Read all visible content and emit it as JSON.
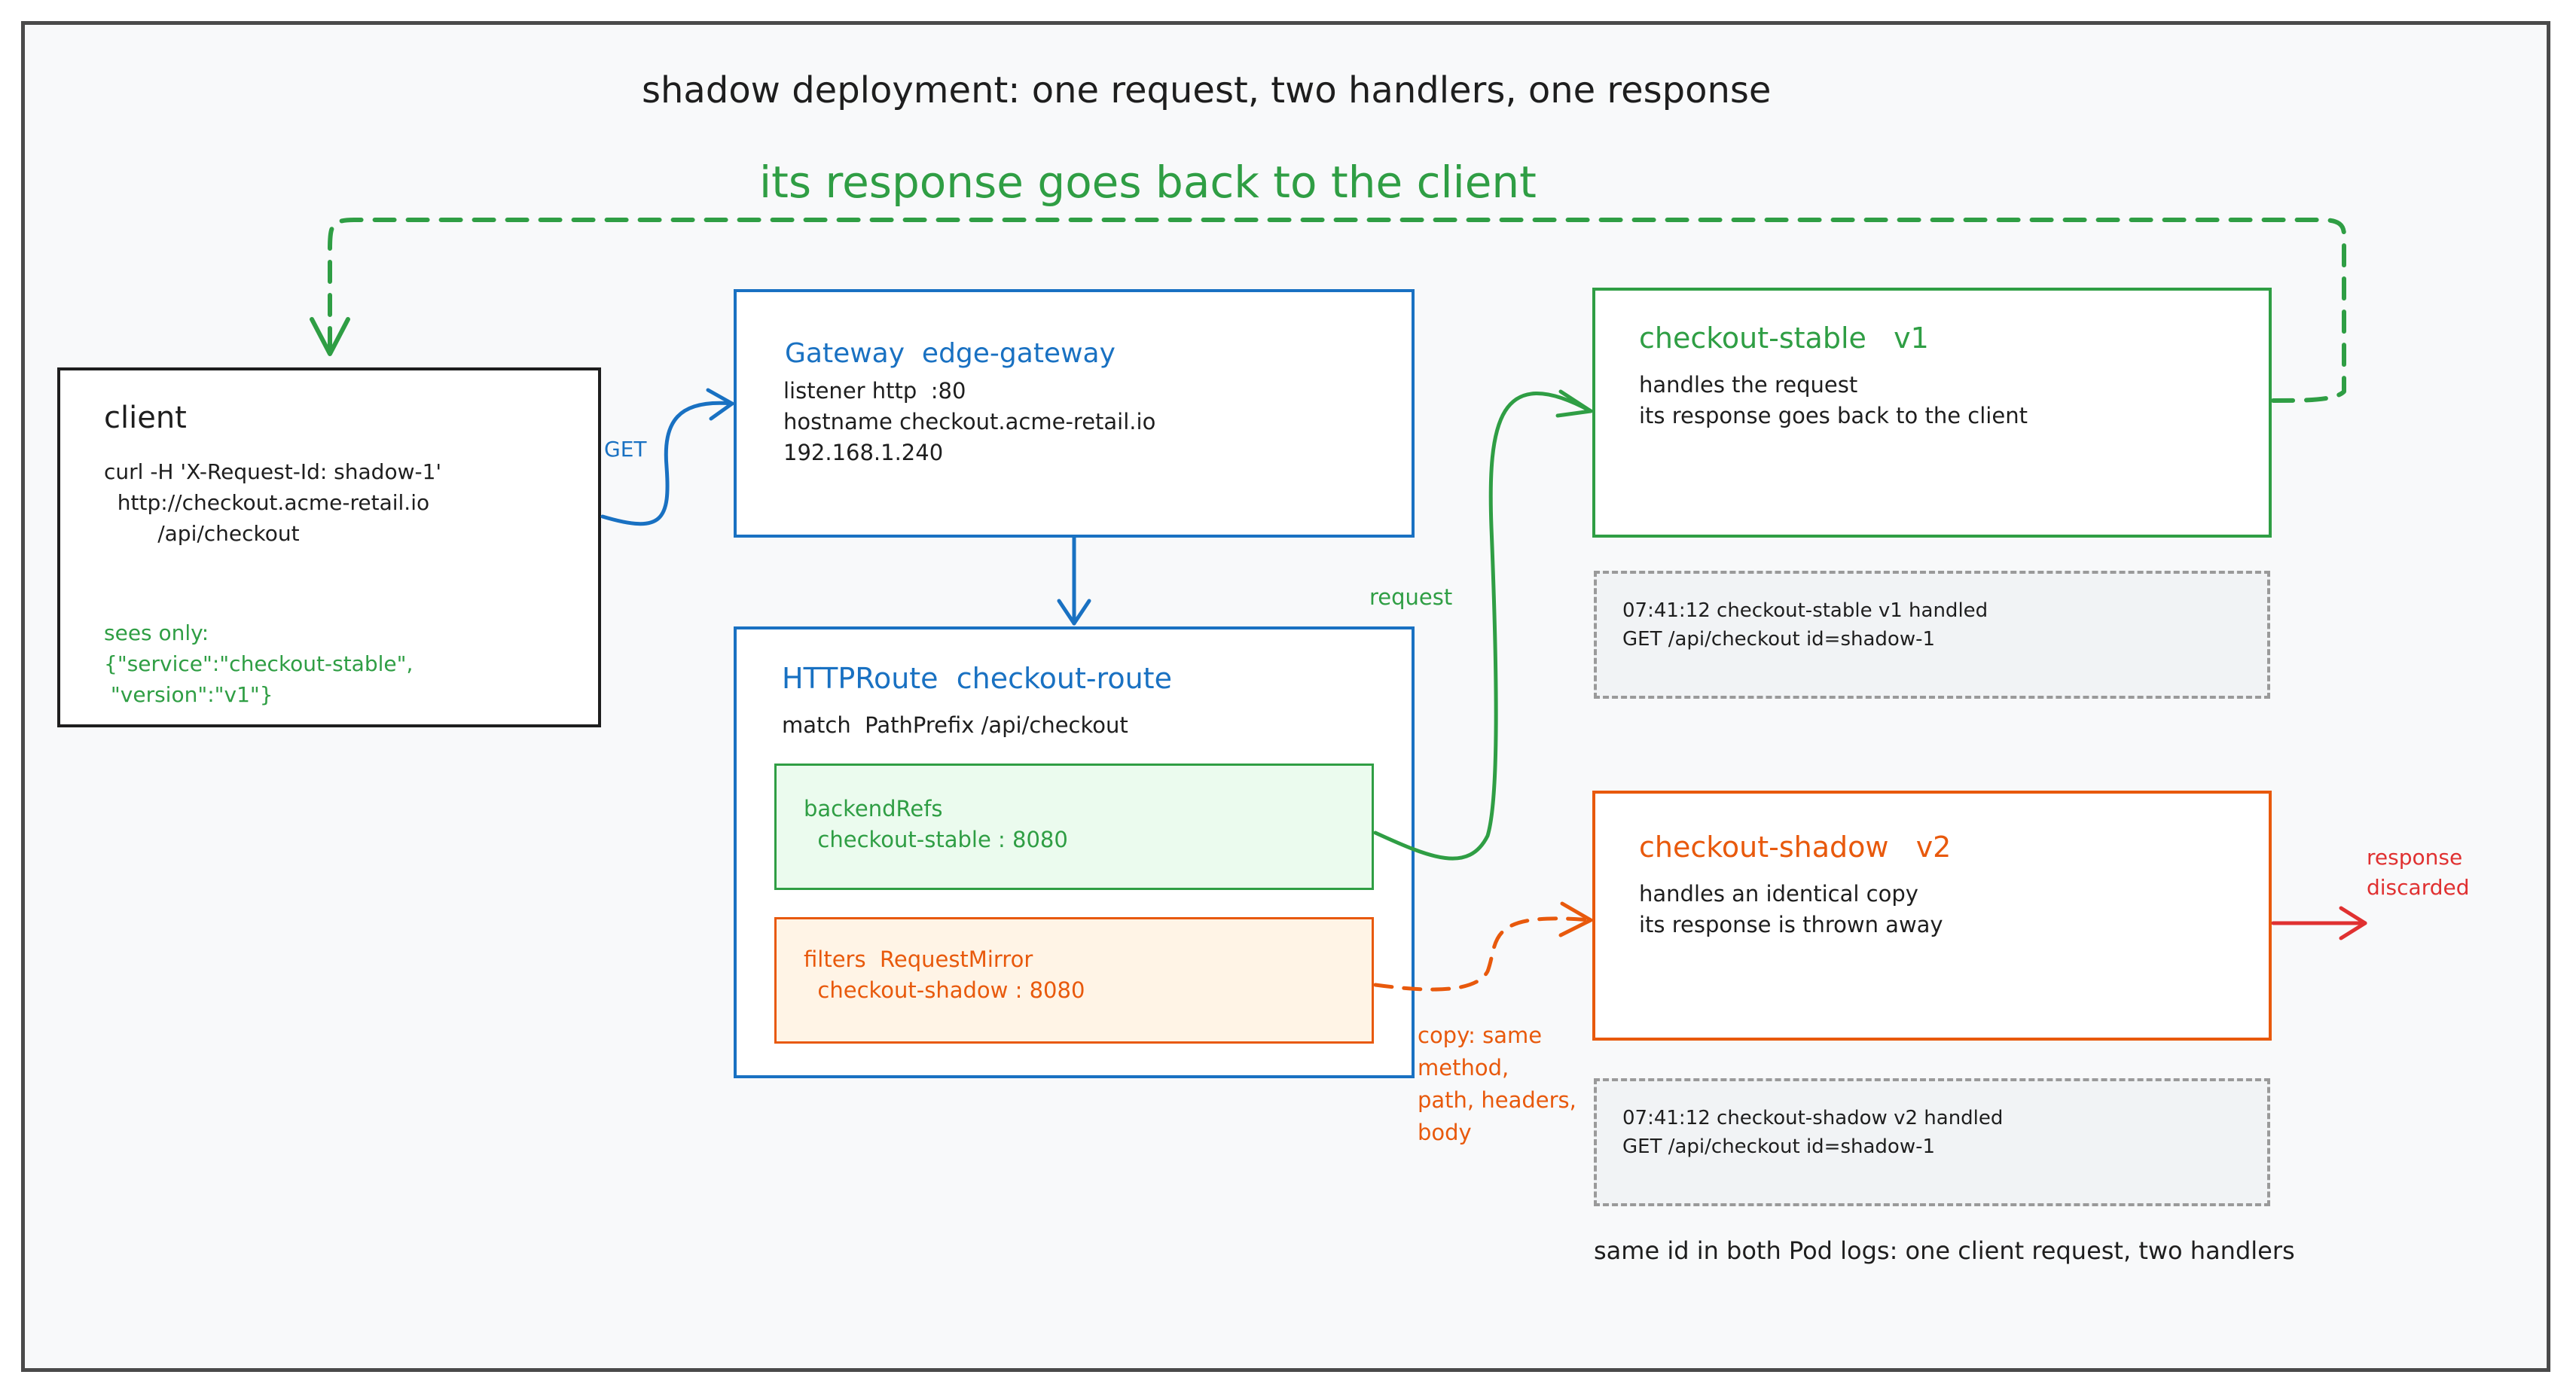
{
  "title": "shadow deployment: one request, two handlers, one response",
  "return_path_label": "its response goes back to the client",
  "client": {
    "heading": "client",
    "cmd": [
      "curl -H 'X-Request-Id: shadow-1'",
      "  http://checkout.acme-retail.io",
      "        /api/checkout"
    ],
    "sees_label": "sees only:",
    "sees": [
      "{\"service\":\"checkout-stable\",",
      " \"version\":\"v1\"}"
    ]
  },
  "get_label": "GET",
  "gateway": {
    "heading": "Gateway  edge-gateway",
    "lines": [
      "listener http  :80",
      "hostname checkout.acme-retail.io",
      "192.168.1.240"
    ]
  },
  "httproute": {
    "heading": "HTTPRoute  checkout-route",
    "match": "match  PathPrefix /api/checkout",
    "backend": [
      "backendRefs",
      "  checkout-stable : 8080"
    ],
    "filters": [
      "filters  RequestMirror",
      "  checkout-shadow : 8080"
    ]
  },
  "request_label": "request",
  "copy_label": [
    "copy: same",
    "method,",
    "path, headers,",
    "body"
  ],
  "stable": {
    "heading": "checkout-stable   v1",
    "lines": [
      "handles the request",
      "its response goes back to the client"
    ]
  },
  "stable_log": [
    "07:41:12 checkout-stable v1 handled",
    "GET /api/checkout id=shadow-1"
  ],
  "shadow": {
    "heading": "checkout-shadow   v2",
    "lines": [
      "handles an identical copy",
      "its response is thrown away"
    ]
  },
  "shadow_log": [
    "07:41:12 checkout-shadow v2 handled",
    "GET /api/checkout id=shadow-1"
  ],
  "discarded_label": [
    "response",
    "discarded"
  ],
  "footer_note": "same id in both Pod logs: one client request, two handlers",
  "colors": {
    "blue": "#1971c2",
    "green": "#2f9e44",
    "orange": "#e8590c",
    "red": "#e03131",
    "dark": "#1e1e1e",
    "green_fill": "#ebfbee",
    "orange_fill": "#fff4e6",
    "log_fill": "#f1f3f5"
  }
}
